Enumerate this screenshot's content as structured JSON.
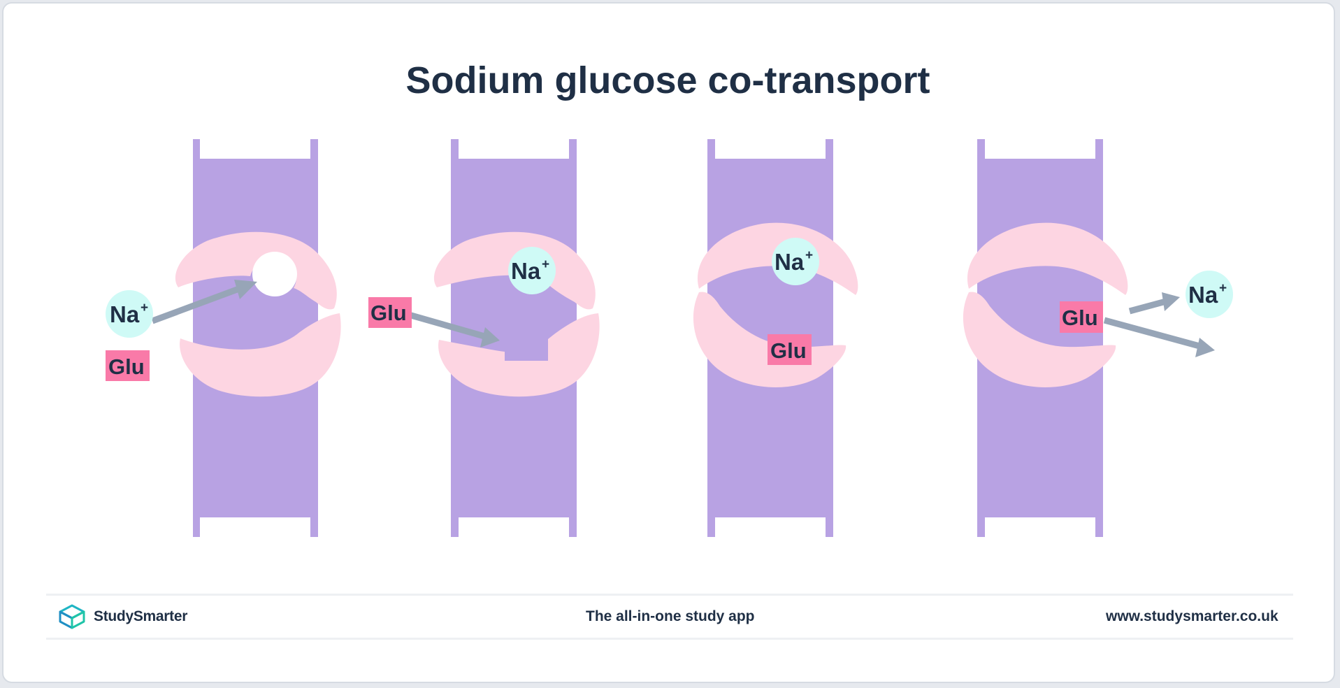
{
  "title": "Sodium glucose co-transport",
  "labels": {
    "sodium": "Na",
    "sodium_charge": "+",
    "glucose": "Glu"
  },
  "colors": {
    "channel": "#b8a2e3",
    "protein": "#fdd5e2",
    "sodium": "#cffaf6",
    "glucose": "#f97aa8",
    "arrow": "#97a5b7",
    "text": "#1f2f45"
  },
  "footer": {
    "brand": "StudySmarter",
    "tagline": "The all-in-one study app",
    "url": "www.studysmarter.co.uk",
    "logo_icon": "cube-logo-icon"
  }
}
